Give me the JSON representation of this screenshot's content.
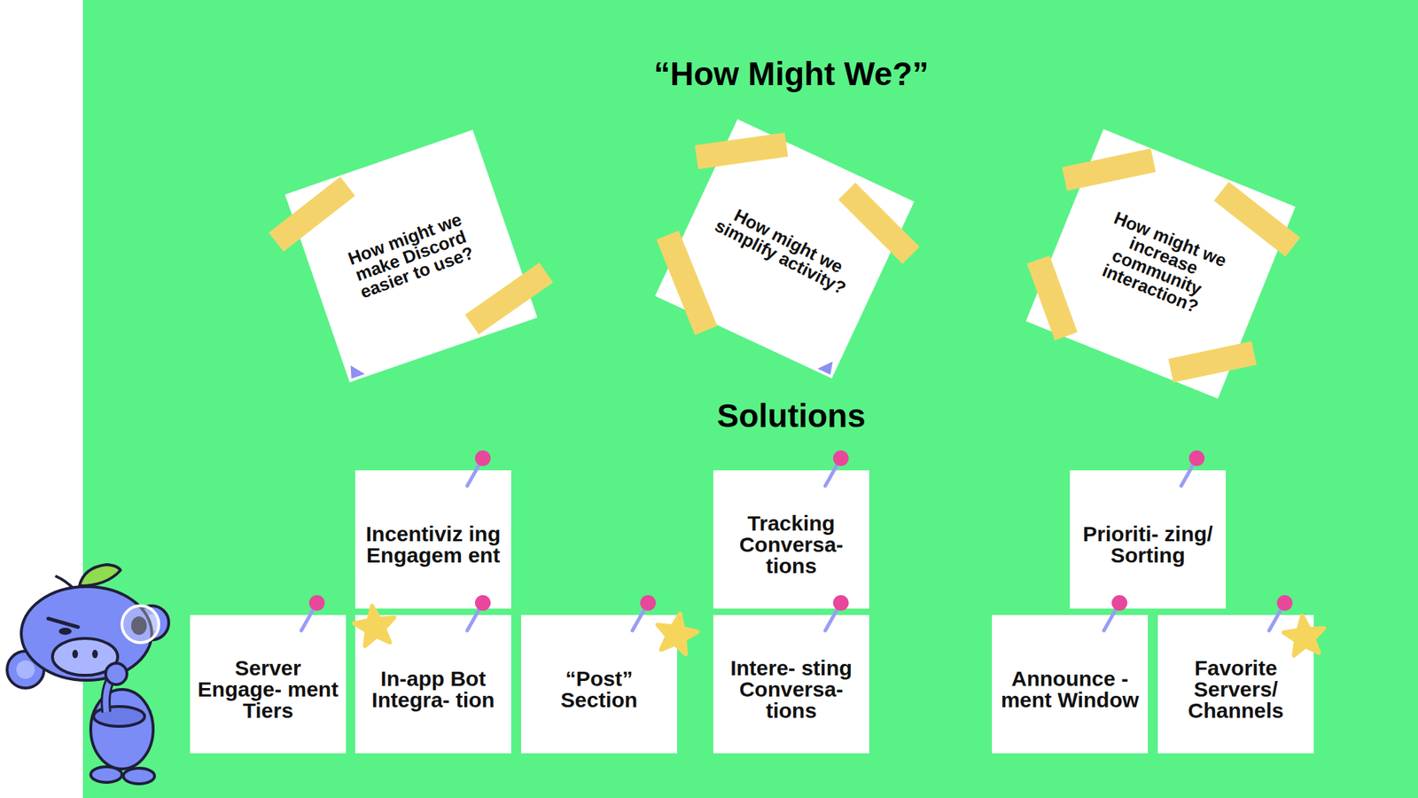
{
  "diagram": {
    "title": "“How Might We?”",
    "nodes": [
      {
        "text": [
          "How might we make Discord easier to use?"
        ]
      },
      {
        "text": [
          "How might we simplify activity?"
        ]
      },
      {
        "text": [
          "How might we increase community interaction?"
        ]
      },
      {
        "text": [
          "Incentiviz ing Engagem ent"
        ]
      },
      {
        "text": [
          "Tracking Conversa- tions"
        ]
      },
      {
        "text": [
          "Prioriti- zing/ Sorting"
        ]
      },
      {
        "text": [
          "Server Engage- ment Tiers"
        ]
      },
      {
        "text": [
          "In-app Bot Integra- tion"
        ]
      },
      {
        "text": [
          "“Post” Section"
        ]
      },
      {
        "text": [
          "Intere- sting Conversa- tions"
        ]
      },
      {
        "text": [
          "Announce -ment Window"
        ]
      },
      {
        "text": [
          "Favorite Servers/ Channels"
        ]
      }
    ],
    "labels": [
      "Solutions"
    ]
  }
}
